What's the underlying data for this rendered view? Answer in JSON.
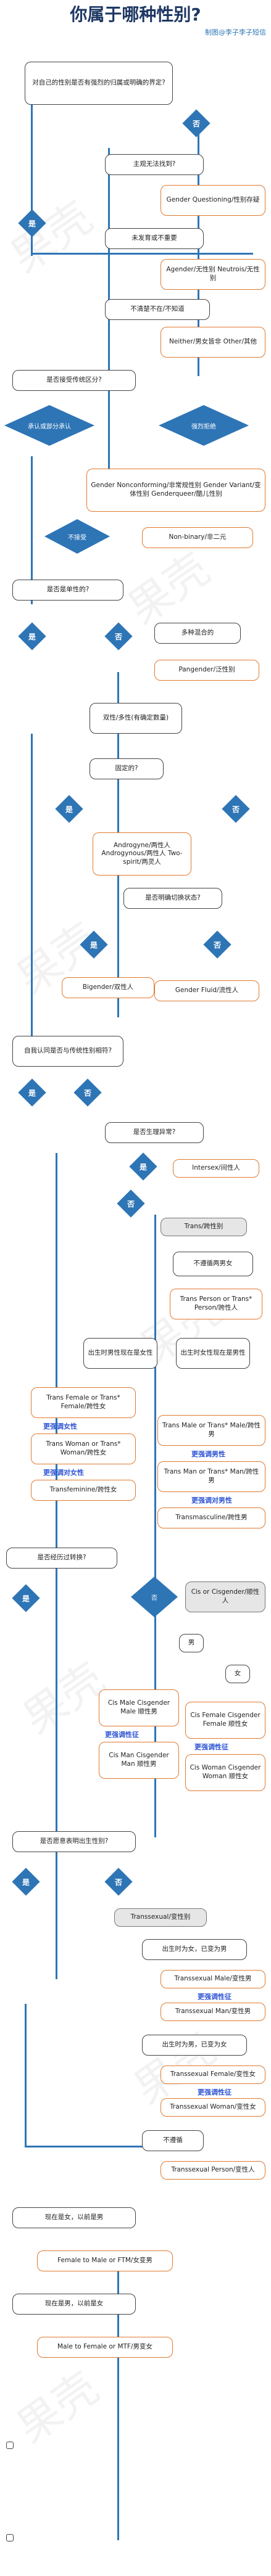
{
  "header": {
    "title": "你属于哪种性别?",
    "credit": "制图@李子李子短信"
  },
  "watermark": "果壳",
  "colors": {
    "diamond": "#2e75b6",
    "orange_border": "#e07a2f",
    "note": "#2f55d4"
  },
  "s1": {
    "question": "对自己的性别是否有强烈的归属或明确的界定?",
    "yes": "是",
    "no": "否",
    "sub_q1": "主观无法找到?",
    "gender_questioning": "Gender Questioning/性别存疑",
    "sub_q2": "未发育或不重要",
    "agender": "Agender/无性别 Neutrois/无性别",
    "sub_q3": "不清楚不在/不知道",
    "neither": "Neither/男女皆非 Other/其他"
  },
  "s2": {
    "question": "是否接受传统区分?",
    "left": "承认或部分承认",
    "right": "强烈拒绝",
    "nonconforming": "Gender Nonconforming/非常规性别 Gender Variant/变体性别 Genderqueer/酷儿性别",
    "no_label": "不接受",
    "nonbinary": "Non-binary/非二元"
  },
  "s3": {
    "question": "是否是单性的?",
    "yes": "是",
    "no": "否",
    "multi": "多种混合的",
    "pangender": "Pangender/泛性别",
    "bi_q": "双性/多性(有确定数量)",
    "fixed_q": "固定的?",
    "fixed_yes": "是",
    "fixed_no": "否",
    "andro": "Androgyne/两性人 Androgynous/两性人 Two-spirit/两灵人",
    "switch_q": "是否明确切换状态?",
    "switch_yes": "是",
    "switch_no": "否",
    "bigender": "Bigender/双性人",
    "genderfluid": "Gender Fluid/流性人"
  },
  "s4": {
    "question": "自我认同是否与传统性别相符?",
    "yes": "是",
    "no": "否",
    "intersex_q": "是否生理异常?",
    "intersex_yes": "是",
    "intersex": "Intersex/间性人",
    "no2": "否",
    "trans": "Trans/跨性别",
    "non_binary_trans": "不遵循两男女",
    "trans_person": "Trans Person or Trans* Person/跨性人",
    "born_m": "出生时男性现在是女性",
    "born_f": "出生时女性现在是男性",
    "trans_female": "Trans Female or Trans* Female/跨性女",
    "note1": "更强调女性",
    "trans_woman": "Trans Woman or Trans* Woman/跨性女",
    "note2": "更强调对女性",
    "transfeminine": "Transfeminine/跨性女",
    "trans_male": "Trans Male or Trans* Male/跨性男",
    "note3": "更强调男性",
    "trans_man": "Trans Man or Trans* Man/跨性男",
    "note4": "更强调对男性",
    "transmasculine": "Transmasculine/跨性男"
  },
  "s5": {
    "question": "是否经历过转换?",
    "yes": "是",
    "no": "否",
    "cis": "Cis or Cisgender/顺性人",
    "male": "男",
    "female": "女",
    "cis_male": "Cis Male Cisgender Male 顺性男",
    "note5": "更强调性征",
    "cis_man": "Cis Man Cisgender Man 顺性男",
    "cis_female": "Cis Female Cisgender Female 顺性女",
    "note6": "更强调性征",
    "cis_woman": "Cis Woman Cisgender Woman 顺性女"
  },
  "s6": {
    "question": "是否愿意表明出生性别?",
    "yes": "是",
    "no": "否",
    "transsexual": "Transsexual/变性别",
    "born_m_now_f": "出生时为女，已变为男",
    "ts_male": "Transsexual Male/变性男",
    "note7": "更强调性征",
    "ts_man": "Transsexual Man/变性男",
    "born_f_now_m": "出生时为男，已变为女",
    "ts_female": "Transsexual Female/变性女",
    "note8": "更强调性征",
    "ts_woman": "Transsexual Woman/变性女",
    "not_follow": "不遵循",
    "ts_person": "Transsexual Person/变性人",
    "now_male": "现在是女，以前是男",
    "ftm": "Female to Male or FTM/女变男",
    "now_female": "现在是男，以前是女",
    "mtf": "Male to Female or MTF/男变女"
  }
}
